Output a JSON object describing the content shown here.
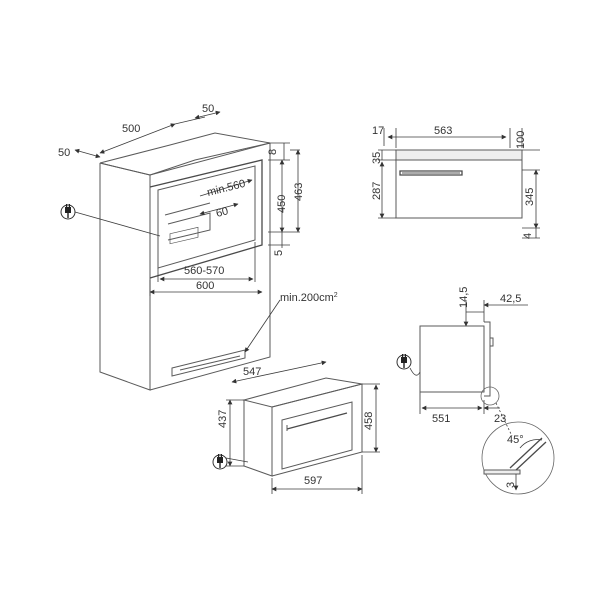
{
  "cabinet": {
    "depth_top": "50",
    "width_top": "500",
    "depth_side": "50",
    "niche_depth_min": "min.560",
    "gap_60": "60",
    "top_gap": "8",
    "niche_h1": "450",
    "niche_h2": "463",
    "bottom_gap": "5",
    "niche_width": "560-570",
    "cabinet_width": "600",
    "vent_area_prefix": "min.200cm",
    "vent_area_sup": "2"
  },
  "front_view": {
    "left_offset": "17",
    "body_width": "563",
    "top_offset": "100",
    "panel_h": "35",
    "body_h": "287",
    "total_h": "345",
    "bottom_offset": "4"
  },
  "side_view": {
    "top_gap": "14,5",
    "front_depth": "42,5",
    "body_depth": "551",
    "door_depth": "23",
    "angle": "45°",
    "detail_gap": "3"
  },
  "appliance": {
    "depth": "547",
    "height_left": "437",
    "height_right": "458",
    "width": "597"
  },
  "icons": {
    "plug_cabinet": "plug-icon",
    "plug_appliance": "plug-icon",
    "plug_side": "plug-icon"
  }
}
